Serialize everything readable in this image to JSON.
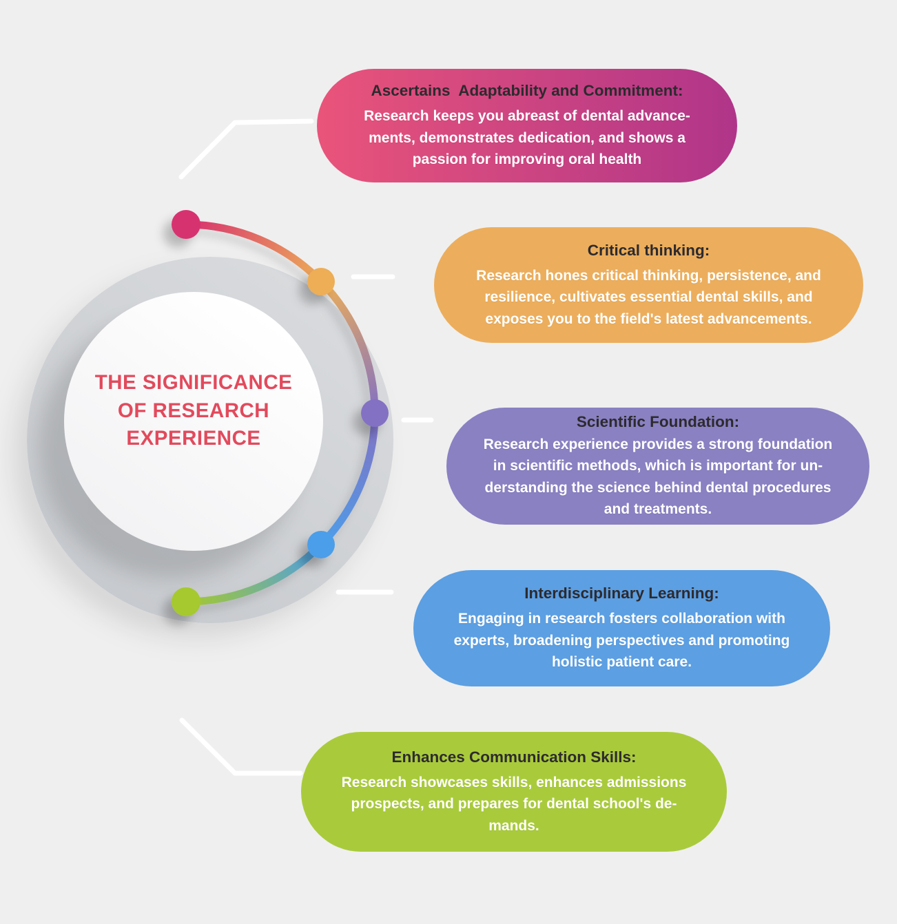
{
  "page": {
    "background": "#EFEFEF"
  },
  "text": {
    "heading_color": "#2D2A2E",
    "body_color": "#FFFFFF"
  },
  "center": {
    "title": "THE SIGNIFICANCE\nOF RESEARCH\nEXPERIENCE",
    "title_color": "#E24A5C"
  },
  "cards": [
    {
      "heading": "Ascertains  Adaptability and Commitment:",
      "body": "Research keeps you abreast of dental advance-\nments, demonstrates dedication, and shows a\npassion for improving oral health",
      "colors": {
        "start": "#E9547A",
        "end": "#B03589"
      },
      "dot_color": "#D7316F"
    },
    {
      "heading": "Critical thinking:",
      "body": "Research hones critical thinking, persistence, and\nresilience, cultivates essential dental skills, and\nexposes you to the field's latest advancements.",
      "colors": {
        "start": "#ECAE5C",
        "end": "#ECAE5C"
      },
      "dot_color": "#EDAE57"
    },
    {
      "heading": "Scientific Foundation:",
      "body": "Research experience provides a strong foundation\nin scientific methods, which is important for un-\nderstanding the science behind dental procedures\nand treatments.",
      "colors": {
        "start": "#8981C2",
        "end": "#8981C2"
      },
      "dot_color": "#8371C3"
    },
    {
      "heading": "Interdisciplinary Learning:",
      "body": "Engaging in research fosters collaboration with\nexperts, broadening perspectives and promoting\nholistic patient care.",
      "colors": {
        "start": "#5C9FE2",
        "end": "#5C9FE2"
      },
      "dot_color": "#4C9EE9"
    },
    {
      "heading": "Enhances Communication Skills:",
      "body": "Research showcases skills, enhances admissions\nprospects, and prepares for dental school's de-\nmands.",
      "colors": {
        "start": "#A9CB3B",
        "end": "#A9CB3B"
      },
      "dot_color": "#A5C92E"
    }
  ],
  "arc": {
    "segments": [
      {
        "from": "#D7316F",
        "to": "#EDAE57"
      },
      {
        "from": "#EDAE57",
        "to": "#8371C3"
      },
      {
        "from": "#8371C3",
        "to": "#4C9EE9"
      },
      {
        "from": "#4C9EE9",
        "to": "#A5C92E"
      }
    ]
  },
  "ring": {
    "outer": "#CDD0D4",
    "inner": "#FDFDFD",
    "connector": "#FFFFFF"
  }
}
